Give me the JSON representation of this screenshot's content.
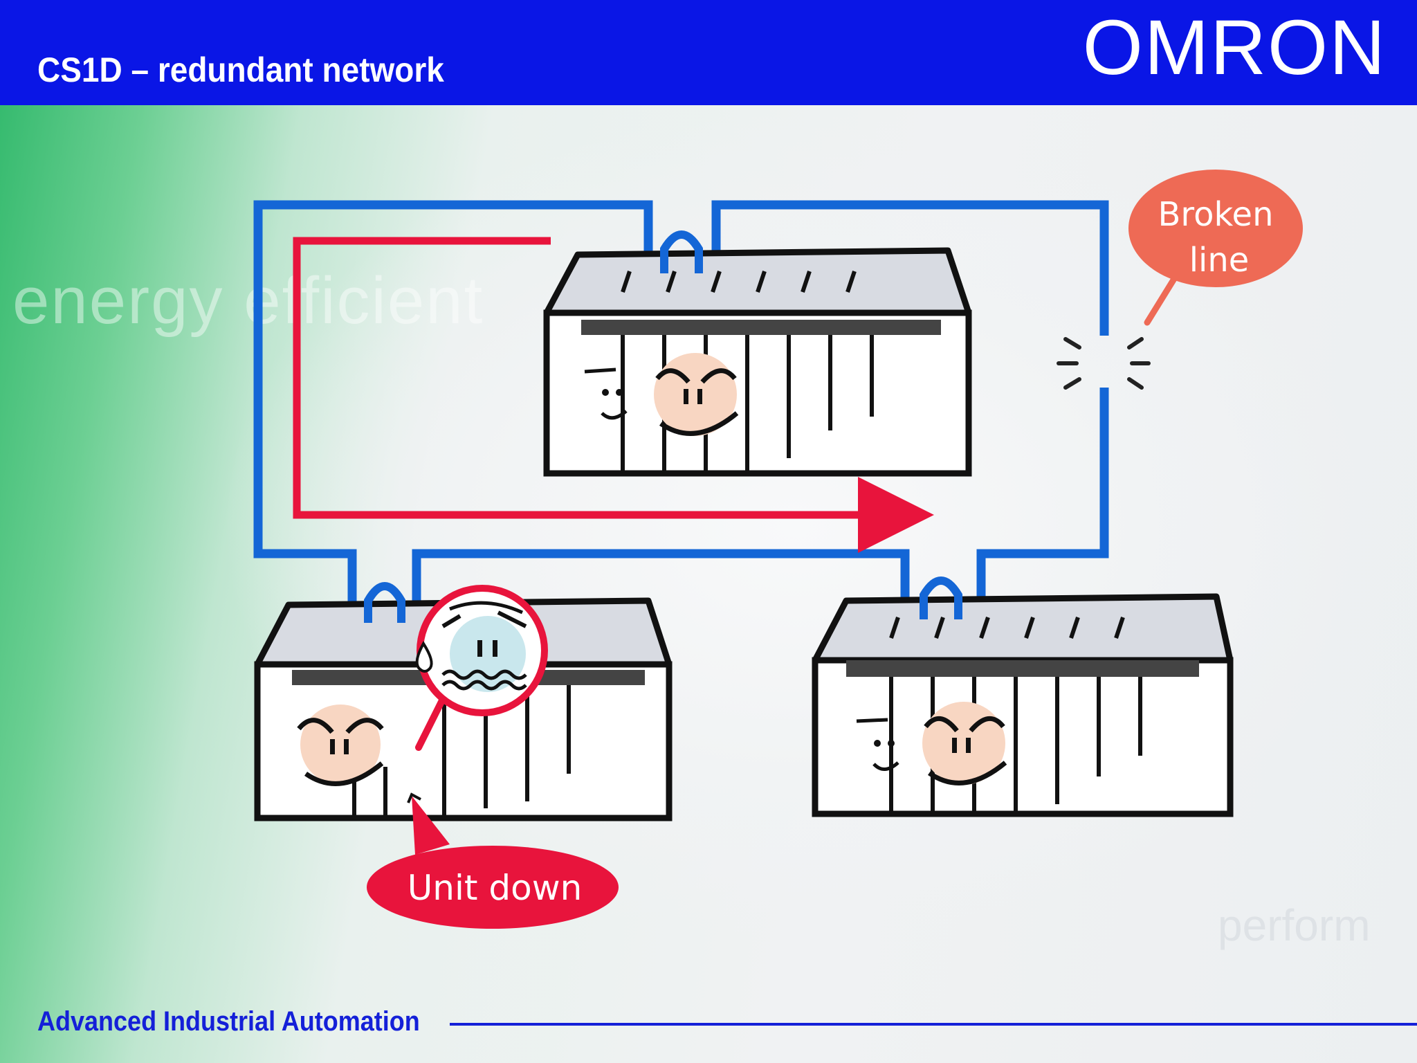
{
  "header": {
    "title": "CS1D – redundant network",
    "brand": "OMRON"
  },
  "footer": {
    "text": "Advanced Industrial Automation"
  },
  "background": {
    "words": [
      "energy efficient",
      "perform"
    ]
  },
  "callouts": {
    "broken_line": [
      "Broken",
      "line"
    ],
    "unit_down": "Unit down"
  },
  "colors": {
    "header": "#0a16e6",
    "network": "#1466d6",
    "path": "#e8143c",
    "callout_broken": "#ee6a55",
    "callout_down": "#e8143c"
  },
  "icons": [
    "plc-unit",
    "happy-face",
    "sad-face",
    "water-drop",
    "break-spark"
  ]
}
